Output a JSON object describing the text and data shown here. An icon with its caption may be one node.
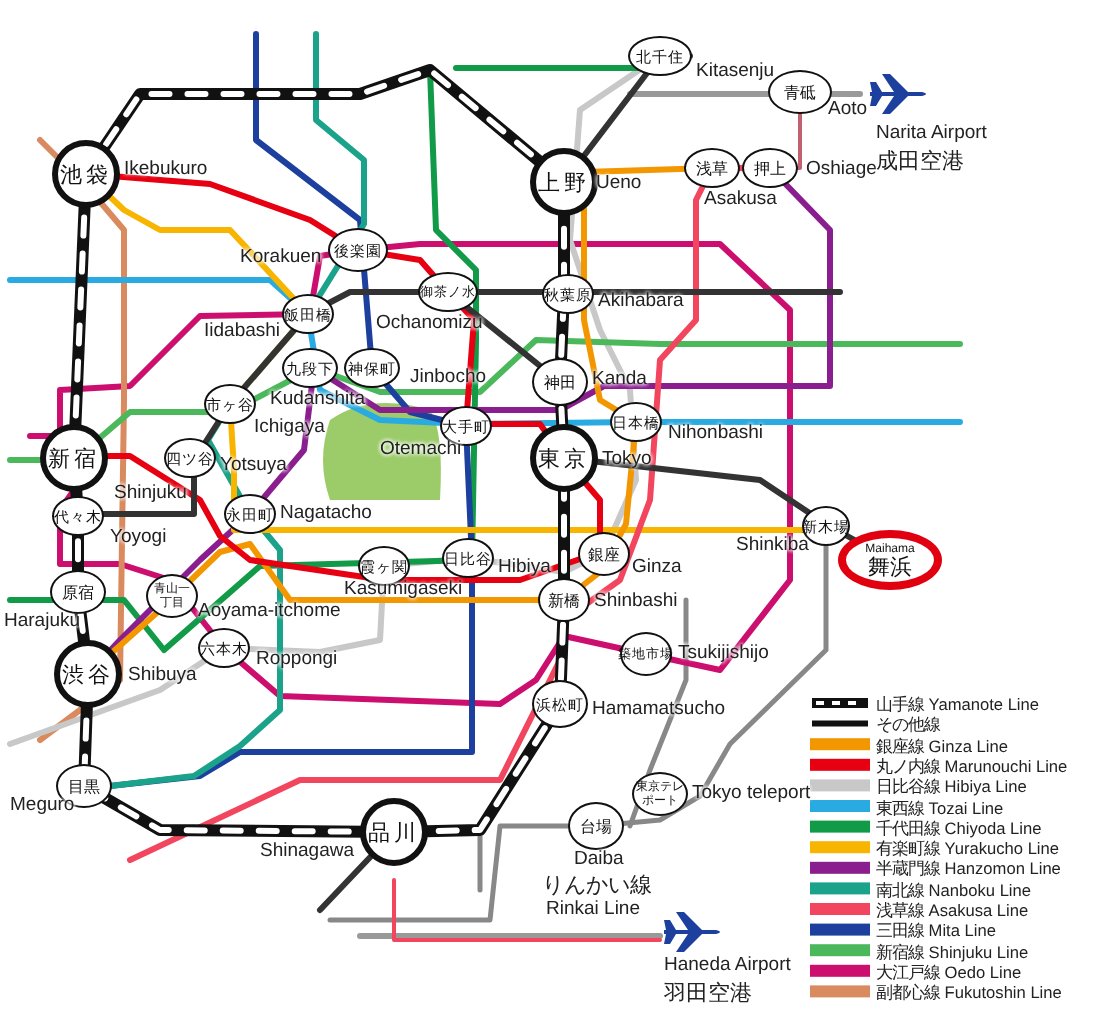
{
  "diagram": {
    "nodes": [
      {
        "text": [
          "池袋"
        ],
        "beside": [
          "Ikebukuro"
        ]
      },
      {
        "text": [
          "北千住"
        ],
        "beside": [
          "Kitasenju"
        ]
      },
      {
        "text": [
          "青砥"
        ],
        "beside": [
          "Aoto"
        ]
      },
      {
        "text": [
          "上野"
        ],
        "beside": [
          "Ueno"
        ]
      },
      {
        "text": [
          "浅草"
        ],
        "beside": [
          "Asakusa"
        ]
      },
      {
        "text": [
          "押上"
        ],
        "beside": [
          "Oshiage"
        ]
      },
      {
        "text": [
          "後楽園"
        ],
        "beside": [
          "Korakuen"
        ]
      },
      {
        "text": [
          "御茶ノ水"
        ],
        "beside": [
          "Ochanomizu"
        ]
      },
      {
        "text": [
          "秋葉原"
        ],
        "beside": [
          "Akihabara"
        ]
      },
      {
        "text": [
          "飯田橋"
        ],
        "beside": [
          "Iidabashi"
        ]
      },
      {
        "text": [
          "九段下"
        ],
        "beside": [
          "Kudanshita"
        ]
      },
      {
        "text": [
          "神保町"
        ],
        "beside": [
          "Jinbocho"
        ]
      },
      {
        "text": [
          "神田"
        ],
        "beside": [
          "Kanda"
        ]
      },
      {
        "text": [
          "日本橋"
        ],
        "beside": [
          "Nihonbashi"
        ]
      },
      {
        "text": [
          "市ヶ谷"
        ],
        "beside": [
          "Ichigaya"
        ]
      },
      {
        "text": [
          "大手町"
        ],
        "beside": [
          "Otemachi"
        ]
      },
      {
        "text": [
          "新宿"
        ],
        "beside": [
          "Shinjuku"
        ]
      },
      {
        "text": [
          "四ツ谷"
        ],
        "beside": [
          "Yotsuya"
        ]
      },
      {
        "text": [
          "東京"
        ],
        "beside": [
          "Tokyo"
        ]
      },
      {
        "text": [
          "代々木"
        ],
        "beside": [
          "Yoyogi"
        ]
      },
      {
        "text": [
          "永田町"
        ],
        "beside": [
          "Nagatacho"
        ]
      },
      {
        "text": [
          "原宿"
        ],
        "beside": [
          "Harajuku"
        ]
      },
      {
        "text": [
          "青山一丁目"
        ],
        "beside": [
          "Aoyama-itchome"
        ]
      },
      {
        "text": [
          "霞ヶ関"
        ],
        "beside": [
          "Kasumigaseki"
        ]
      },
      {
        "text": [
          "日比谷"
        ],
        "beside": [
          "Hibiya"
        ]
      },
      {
        "text": [
          "銀座"
        ],
        "beside": [
          "Ginza"
        ]
      },
      {
        "text": [
          "新橋"
        ],
        "beside": [
          "Shinbashi"
        ]
      },
      {
        "text": [
          "築地市場"
        ],
        "beside": [
          "Tsukijishijo"
        ]
      },
      {
        "text": [
          "新木場"
        ],
        "beside": [
          "Shinkiba"
        ]
      },
      {
        "text": [
          "渋谷"
        ],
        "beside": [
          "Shibuya"
        ]
      },
      {
        "text": [
          "六本木"
        ],
        "beside": [
          "Roppongi"
        ]
      },
      {
        "text": [
          "浜松町"
        ],
        "beside": [
          "Hamamatsucho"
        ]
      },
      {
        "text": [
          "目黒"
        ],
        "beside": [
          "Meguro"
        ]
      },
      {
        "text": [
          "品川"
        ],
        "beside": [
          "Shinagawa"
        ]
      },
      {
        "text": [
          "東京テレポート"
        ],
        "beside": [
          "Tokyo teleport"
        ]
      },
      {
        "text": [
          "台場"
        ],
        "beside": [
          "Daiba"
        ]
      },
      {
        "text": [
          "Maihama",
          "舞浜"
        ]
      }
    ],
    "labels": [
      "Narita Airport",
      "成田空港",
      "りんかい線",
      "Rinkai Line",
      "Haneda Airport",
      "羽田空港"
    ],
    "legend": [
      {
        "text": "山手線 Yamanote Line"
      },
      {
        "text": "その他線"
      },
      {
        "text": "銀座線 Ginza Line",
        "color": "#f39700"
      },
      {
        "text": "丸ノ内線 Marunouchi Line",
        "color": "#e60012"
      },
      {
        "text": "日比谷線 Hibiya Line",
        "color": "#c8c8c8"
      },
      {
        "text": "東西線 Tozai Line",
        "color": "#29abe2"
      },
      {
        "text": "千代田線 Chiyoda Line",
        "color": "#119a48"
      },
      {
        "text": "有楽町線 Yurakucho Line",
        "color": "#f7b500"
      },
      {
        "text": "半蔵門線 Hanzomon Line",
        "color": "#8b1e8e"
      },
      {
        "text": "南北線 Nanboku Line",
        "color": "#1aa38a"
      },
      {
        "text": "浅草線 Asakusa Line",
        "color": "#f2455e"
      },
      {
        "text": "三田線 Mita Line",
        "color": "#1d3f9e"
      },
      {
        "text": "新宿線 Shinjuku Line",
        "color": "#4cb85c"
      },
      {
        "text": "大江戸線 Oedo Line",
        "color": "#cc0e6e"
      },
      {
        "text": "副都心線 Fukutoshin Line",
        "color": "#d98a5e"
      }
    ]
  }
}
